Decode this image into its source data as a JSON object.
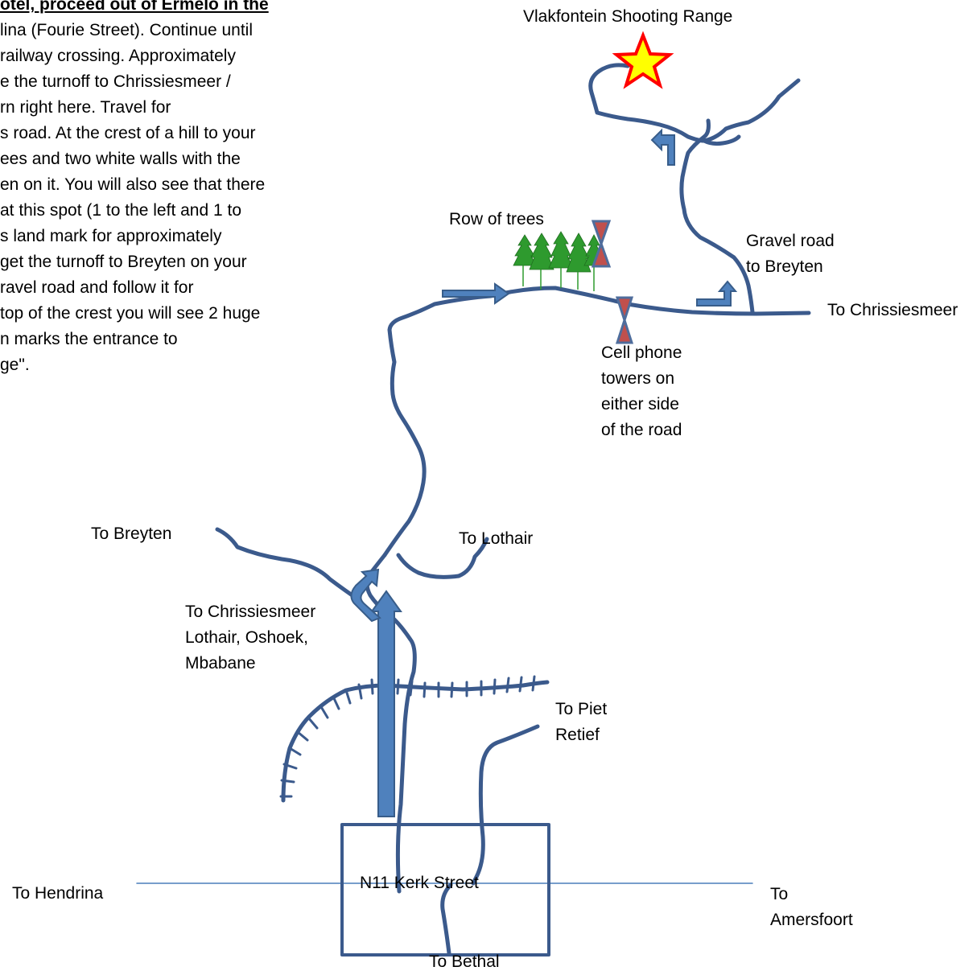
{
  "directions": {
    "lines": [
      "otel, proceed out of Ermelo in the",
      "lina (Fourie Street). Continue until",
      "railway crossing. Approximately",
      "e the turnoff to Chrissiesmeer /",
      "rn right here. Travel for",
      "s road. At the crest of a hill to your",
      "ees and two white walls with the",
      "en on it. You will also see that there",
      "at this spot (1 to the left and 1 to",
      "s land mark for approximately",
      " get the turnoff to Breyten on your",
      "ravel road and follow it for",
      "top of the crest you will see 2 huge",
      "n marks the entrance to",
      "ge\"."
    ]
  },
  "labels": {
    "destination": "Vlakfontein Shooting Range",
    "row_of_trees": "Row of trees",
    "gravel_road": [
      "Gravel road",
      "to Breyten"
    ],
    "to_chrissiesmeer_top": "To Chrissiesmeer",
    "cell_towers": [
      "Cell phone",
      "towers on",
      "either side",
      "of the road"
    ],
    "to_breyten": "To Breyten",
    "to_lothair": "To Lothair",
    "to_chrissiesmeer_junction": [
      "To Chrissiesmeer",
      "Lothair, Oshoek,",
      "Mbabane"
    ],
    "to_piet_retief": [
      "To Piet",
      "Retief"
    ],
    "to_hendrina": "To Hendrina",
    "n11_kerk_street": "N11 Kerk Street",
    "to_amersfoort": [
      "To",
      "Amersfoort"
    ],
    "to_bethal": "To Bethal"
  },
  "colors": {
    "road": "#3b5a8c",
    "arrow_fill": "#4f81bd",
    "arrow_stroke": "#385d8a",
    "street_line": "#4a7ebb",
    "tower_fill": "#c0504d",
    "star_fill": "#ffff00",
    "star_stroke": "#ff0000",
    "tree_green": "#2e9a2e"
  },
  "icons": [
    "star-icon",
    "tree-icon",
    "cell-tower-icon",
    "direction-arrow-icon",
    "railway-icon"
  ]
}
